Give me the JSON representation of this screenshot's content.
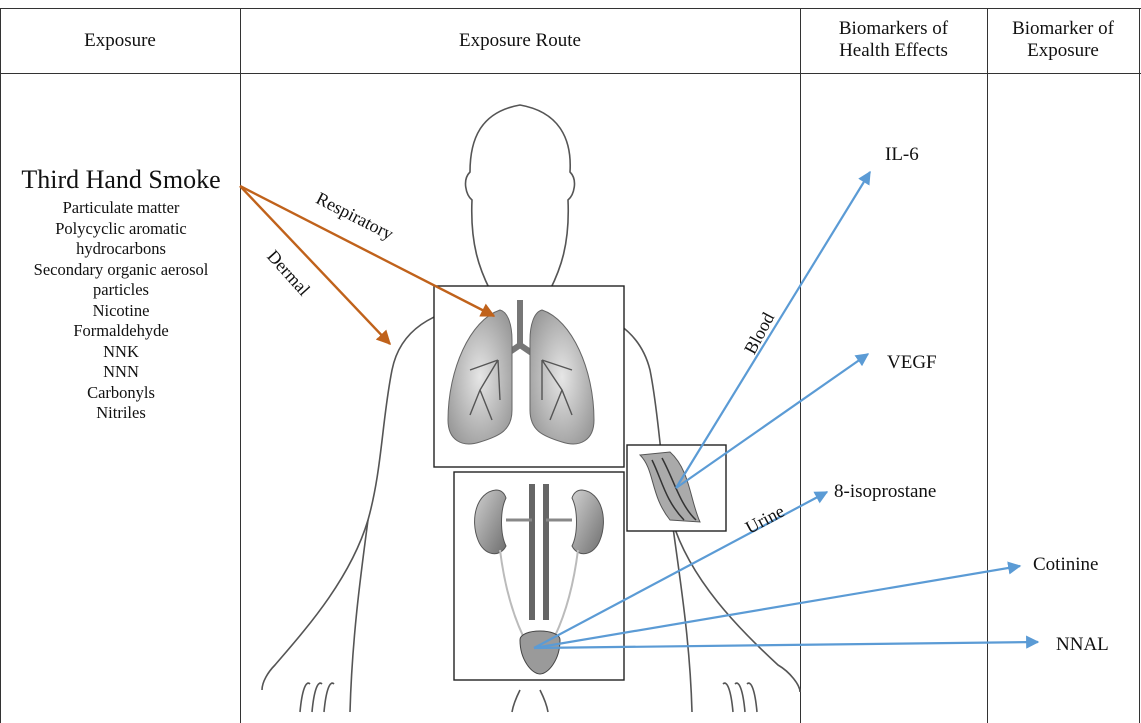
{
  "headers": {
    "exposure": "Exposure",
    "route": "Exposure Route",
    "health_effects": "Biomarkers of\nHealth Effects",
    "exposure_biomarker": "Biomarker of\nExposure"
  },
  "exposure_title": "Third Hand Smoke",
  "exposure_items": [
    "Particulate matter",
    "Polycyclic aromatic",
    "hydrocarbons",
    "Secondary organic aerosol",
    "particles",
    "Nicotine",
    "Formaldehyde",
    "NNK",
    "NNN",
    "Carbonyls",
    "Nitriles"
  ],
  "routes": {
    "respiratory": "Respiratory",
    "dermal": "Dermal",
    "blood": "Blood",
    "urine": "Urine"
  },
  "health_biomarkers": {
    "il6": "IL-6",
    "vegf": "VEGF",
    "isoprostane": "8-isoprostane"
  },
  "exposure_biomarkers": {
    "cotinine": "Cotinine",
    "nnal": "NNAL"
  },
  "colors": {
    "route_arrow": "#c0621b",
    "biomarker_arrow": "#5b9bd5",
    "grid": "#333333",
    "body_outline": "#555555"
  },
  "icons": [
    "human-body-outline",
    "lungs-icon",
    "kidneys-bladder-icon",
    "blood-vessel-icon"
  ]
}
